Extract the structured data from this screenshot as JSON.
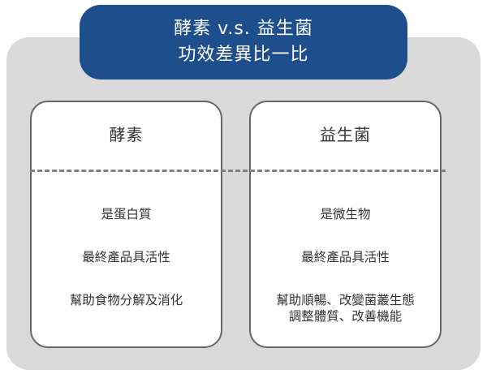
{
  "header": {
    "line1": "酵素 v.s. 益生菌",
    "line2": "功效差異比一比"
  },
  "cards": [
    {
      "title": "酵素",
      "items": [
        "是蛋白質",
        "最終產品具活性",
        "幫助食物分解及消化"
      ]
    },
    {
      "title": "益生菌",
      "items": [
        "是微生物",
        "最終產品具活性",
        "幫助順暢、改變菌叢生態",
        "調整體質、改善機能"
      ]
    }
  ],
  "colors": {
    "banner": "#1f4e8c",
    "panel": "#d9d9d9",
    "card_border": "#666666",
    "divider": "#808080"
  }
}
